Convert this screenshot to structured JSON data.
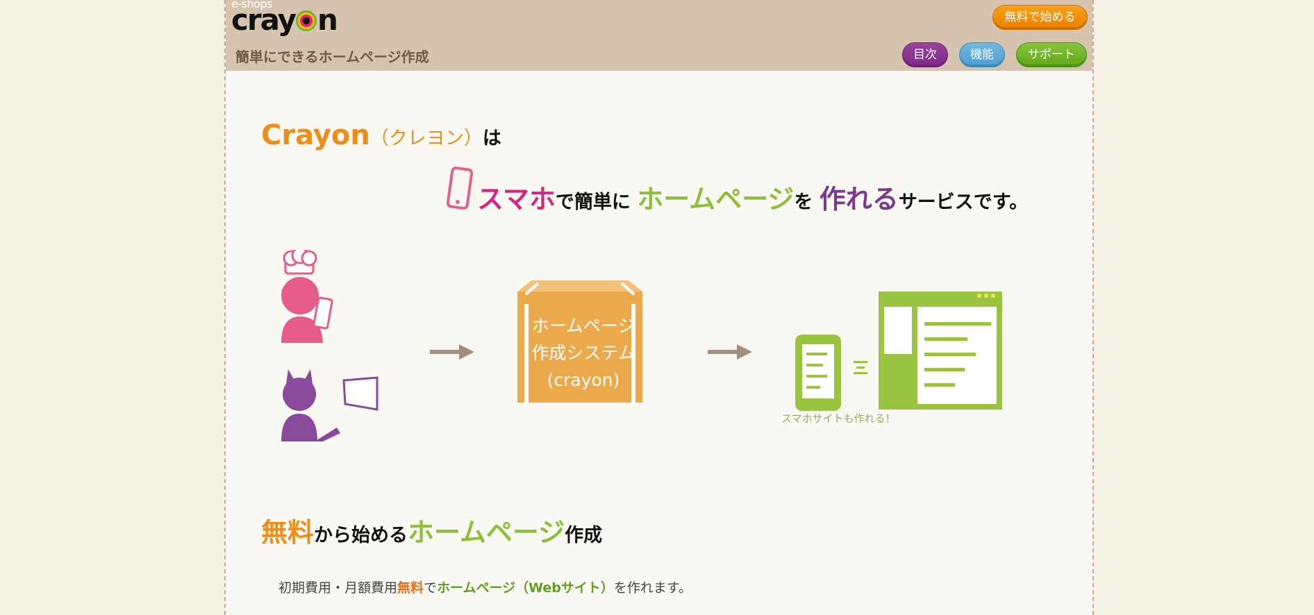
{
  "header": {
    "logo_small": "e-shops",
    "logo_pre": "cray",
    "logo_post": "n",
    "tagline": "簡単にできるホームページ作成",
    "btn_free": "無料で始める",
    "btn_toc": "目次",
    "btn_features": "機能",
    "btn_support": "サポート"
  },
  "hero": {
    "brand": "Crayon",
    "brand_kana": "（クレヨン）",
    "brand_suffix": "は",
    "smartphone": "スマホ",
    "easy": "で簡単に",
    "homepage": "ホームページ",
    "wo": "を",
    "make": "作れる",
    "service": "サービスです。"
  },
  "diagram": {
    "box_line1": "ホームページ",
    "box_line2": "作成システム",
    "box_line3": "(crayon)",
    "phone_note": "スマホサイトも作れる！"
  },
  "section": {
    "free": "無料",
    "from": "から始める",
    "homepage": "ホームページ",
    "create": "作成",
    "desc_1": "初期費用・月額費用",
    "desc_free": "無料",
    "desc_de": "で",
    "desc_hp": "ホームページ（Webサイト）",
    "desc_2": "を作れます。"
  },
  "colors": {
    "orange": "#ee8e1a",
    "pink": "#d9247f",
    "green": "#8dbe3c",
    "purple": "#7a3b8d",
    "header_bg": "#d7c4ae"
  }
}
